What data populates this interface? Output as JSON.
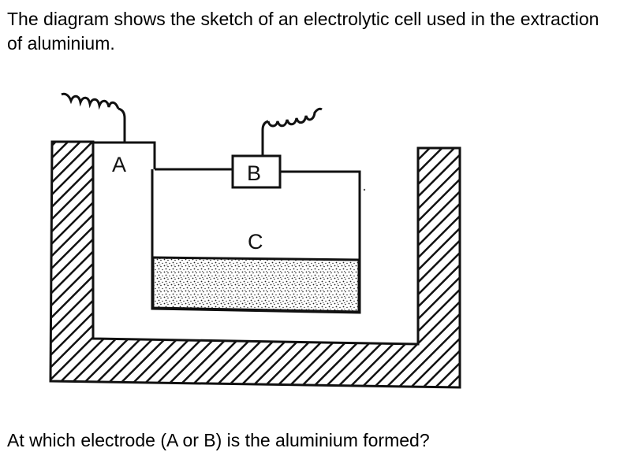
{
  "question": {
    "intro": "The diagram shows the sketch of an electrolytic cell used in the extraction of aluminium.",
    "follow_up": "At which electrode (A or B) is the aluminium formed?"
  },
  "diagram": {
    "labels": {
      "a": "A",
      "b": "B",
      "c": "C"
    },
    "colors": {
      "stroke": "#111111",
      "fill": "#ffffff"
    }
  }
}
